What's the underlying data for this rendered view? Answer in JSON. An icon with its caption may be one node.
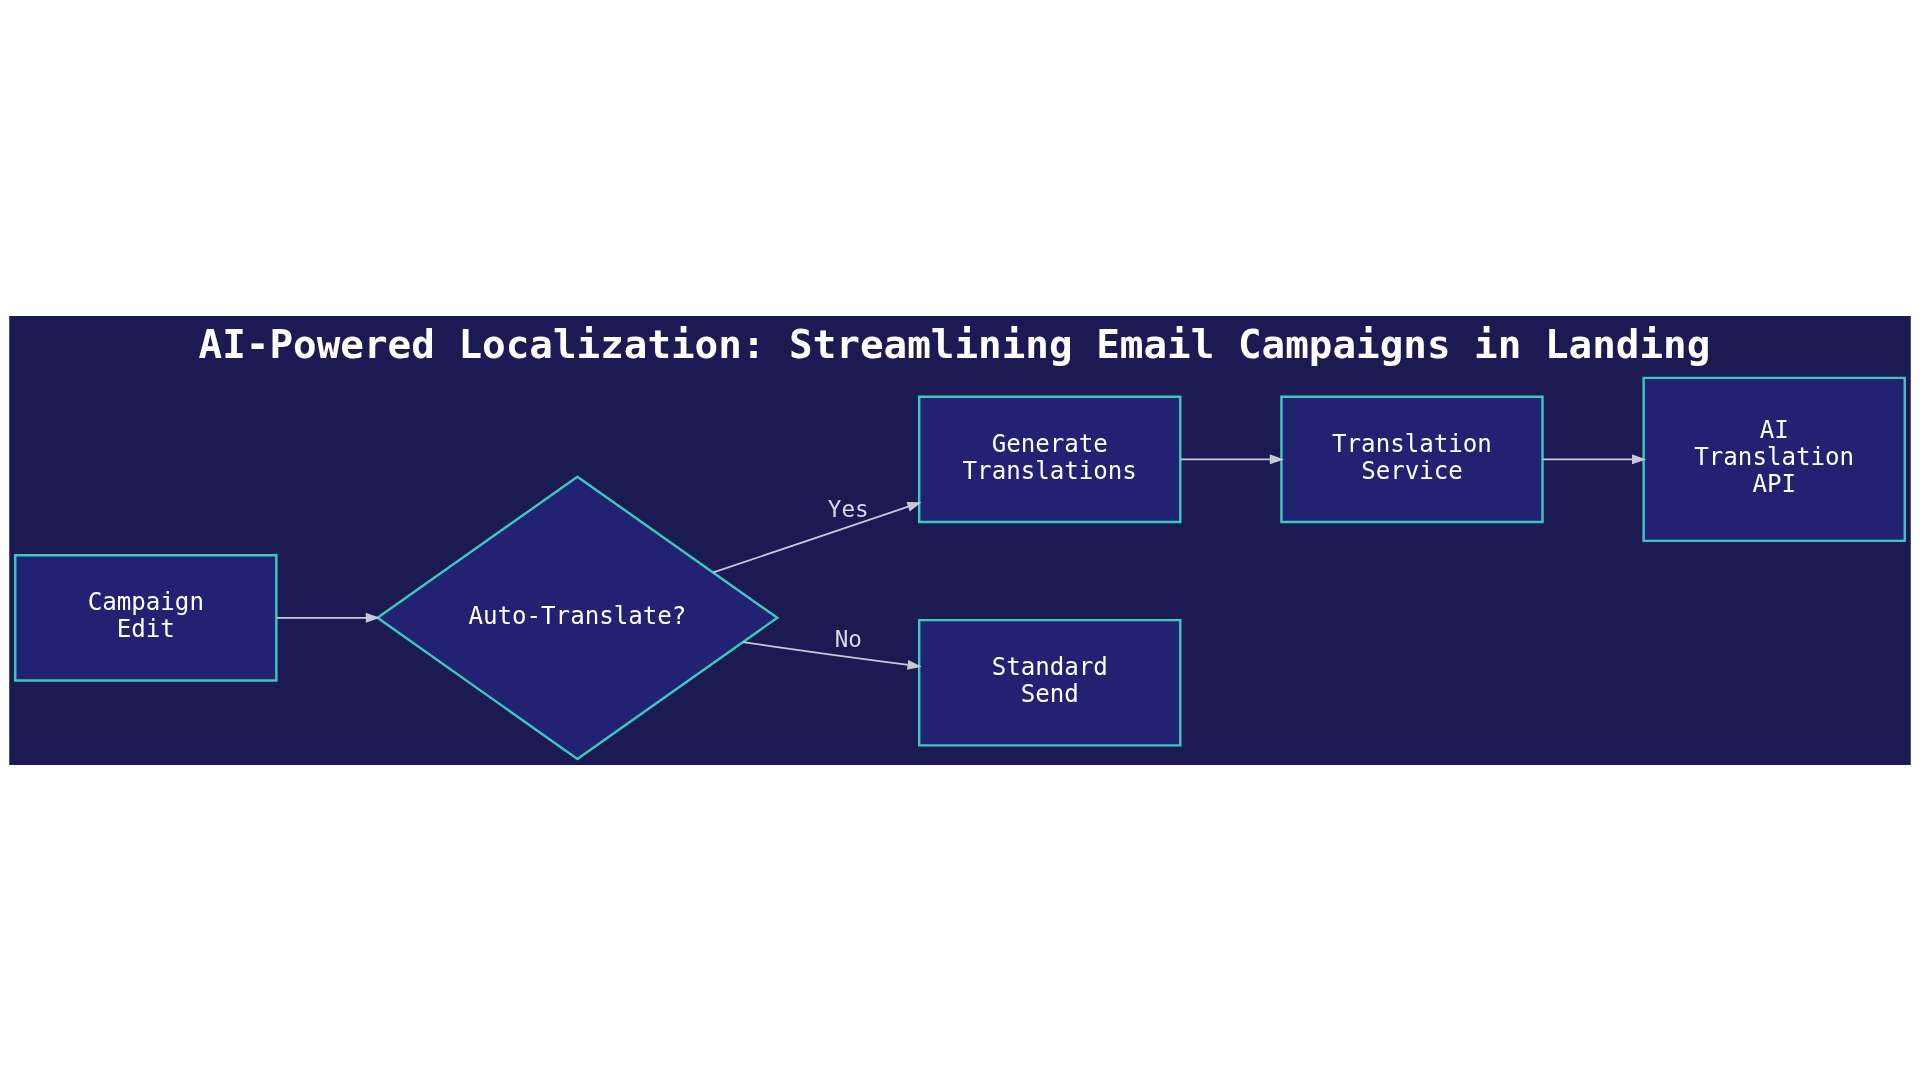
{
  "diagram": {
    "title": "AI-Powered Localization: Streamlining Email Campaigns in Landing",
    "nodes": [
      {
        "text": [
          "Campaign Edit"
        ]
      },
      {
        "text": [
          "Auto-Translate?"
        ]
      },
      {
        "text": [
          "Generate Translations"
        ]
      },
      {
        "text": [
          "Translation Service"
        ]
      },
      {
        "text": [
          "AI Translation API"
        ]
      },
      {
        "text": [
          "Standard Send"
        ]
      }
    ],
    "edges": [
      {
        "from": 0,
        "to": 1,
        "arrow": "to"
      },
      {
        "from": 1,
        "to": 2,
        "label": "Yes",
        "arrow": "to"
      },
      {
        "from": 1,
        "to": 5,
        "label": "No",
        "arrow": "to"
      },
      {
        "from": 2,
        "to": 3,
        "arrow": "to"
      },
      {
        "from": 3,
        "to": 4,
        "arrow": "to"
      }
    ]
  }
}
